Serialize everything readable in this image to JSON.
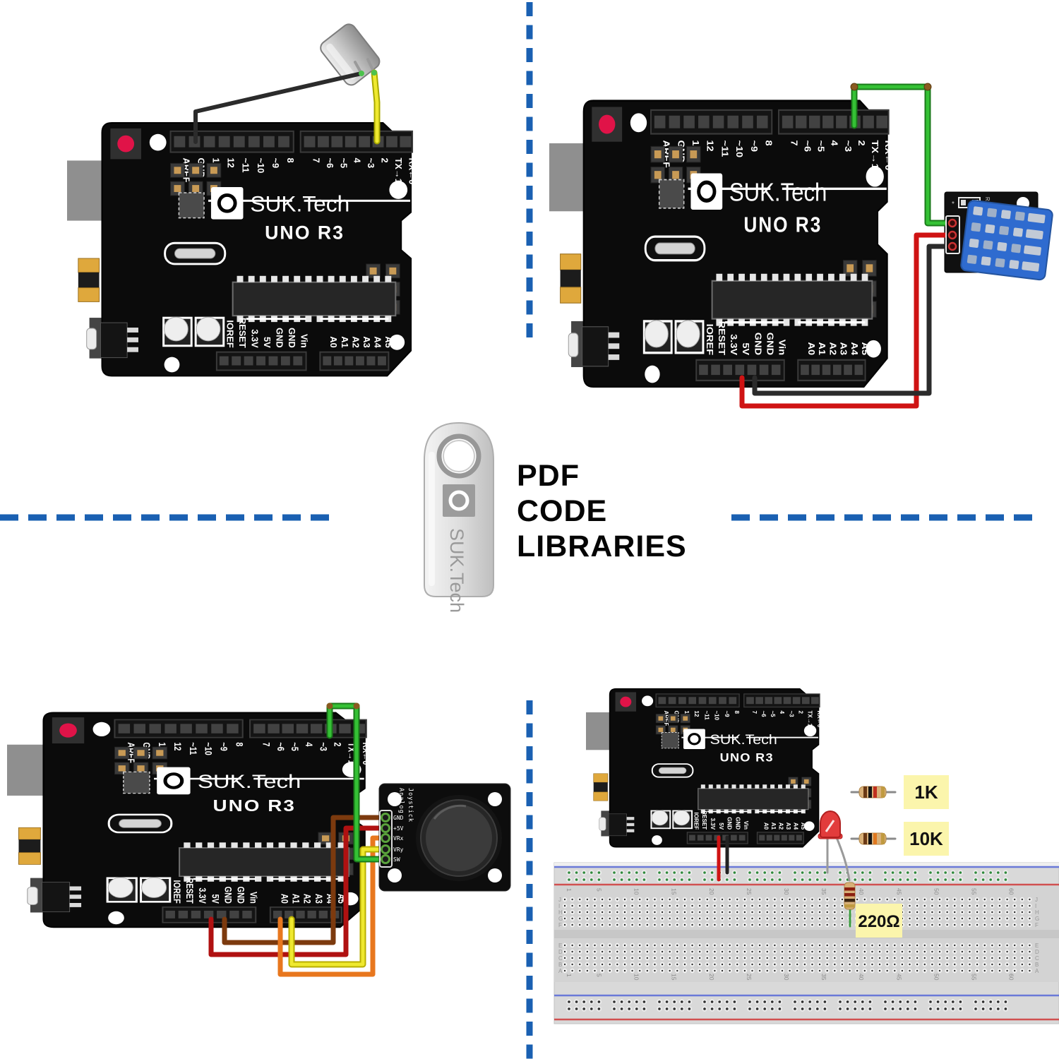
{
  "brand": {
    "name": "SUK.Tech",
    "model": "UNO R3"
  },
  "center": {
    "usb_drive_label": "SUK.Tech",
    "text_lines": [
      "PDF",
      "CODE",
      "LIBRARIES"
    ]
  },
  "board_labels": {
    "digital_left": [
      "AREF",
      "GND",
      "13",
      "12",
      "~11",
      "~10",
      "~9",
      "8"
    ],
    "digital_right": [
      "7",
      "~6",
      "~5",
      "4",
      "~3",
      "2",
      "TX→1",
      "RX←0"
    ],
    "power": [
      "IOREF",
      "RESET",
      "3.3V",
      "5V",
      "GND",
      "GND",
      "Vin"
    ],
    "analog": [
      "A0",
      "A1",
      "A2",
      "A3",
      "A4",
      "A5"
    ]
  },
  "top_right": {
    "sensor_marking": "R1"
  },
  "bottom_left": {
    "joystick_pins": [
      "GND",
      "+5V",
      "VRx",
      "VRy",
      "SW"
    ],
    "joystick_title": [
      "Analog",
      "Joystick"
    ]
  },
  "bottom_right": {
    "resistor_labels": {
      "r1": "1K",
      "r2": "10K",
      "r3": "220Ω"
    },
    "breadboard": {
      "row_letters_upper": [
        "J",
        "I",
        "H",
        "G",
        "F"
      ],
      "row_letters_lower": [
        "E",
        "D",
        "C",
        "B",
        "A"
      ],
      "column_numbers": [
        1,
        5,
        10,
        15,
        20,
        25,
        30,
        35,
        40,
        45,
        50,
        55,
        60
      ]
    }
  },
  "colors": {
    "divider": "#1a60b2",
    "board": "#0b0b0b",
    "wire_black": "#2b2b2b",
    "wire_yellow": "#efe92f",
    "wire_green": "#35c135",
    "wire_red": "#cf1313",
    "wire_brown": "#7c3a0e",
    "wire_orange": "#e8771e",
    "wire_gray": "#9a9a9a",
    "label_bg": "#fbf5ac",
    "dht_blue": "#2f6bcf",
    "power_led": "#e01348"
  }
}
